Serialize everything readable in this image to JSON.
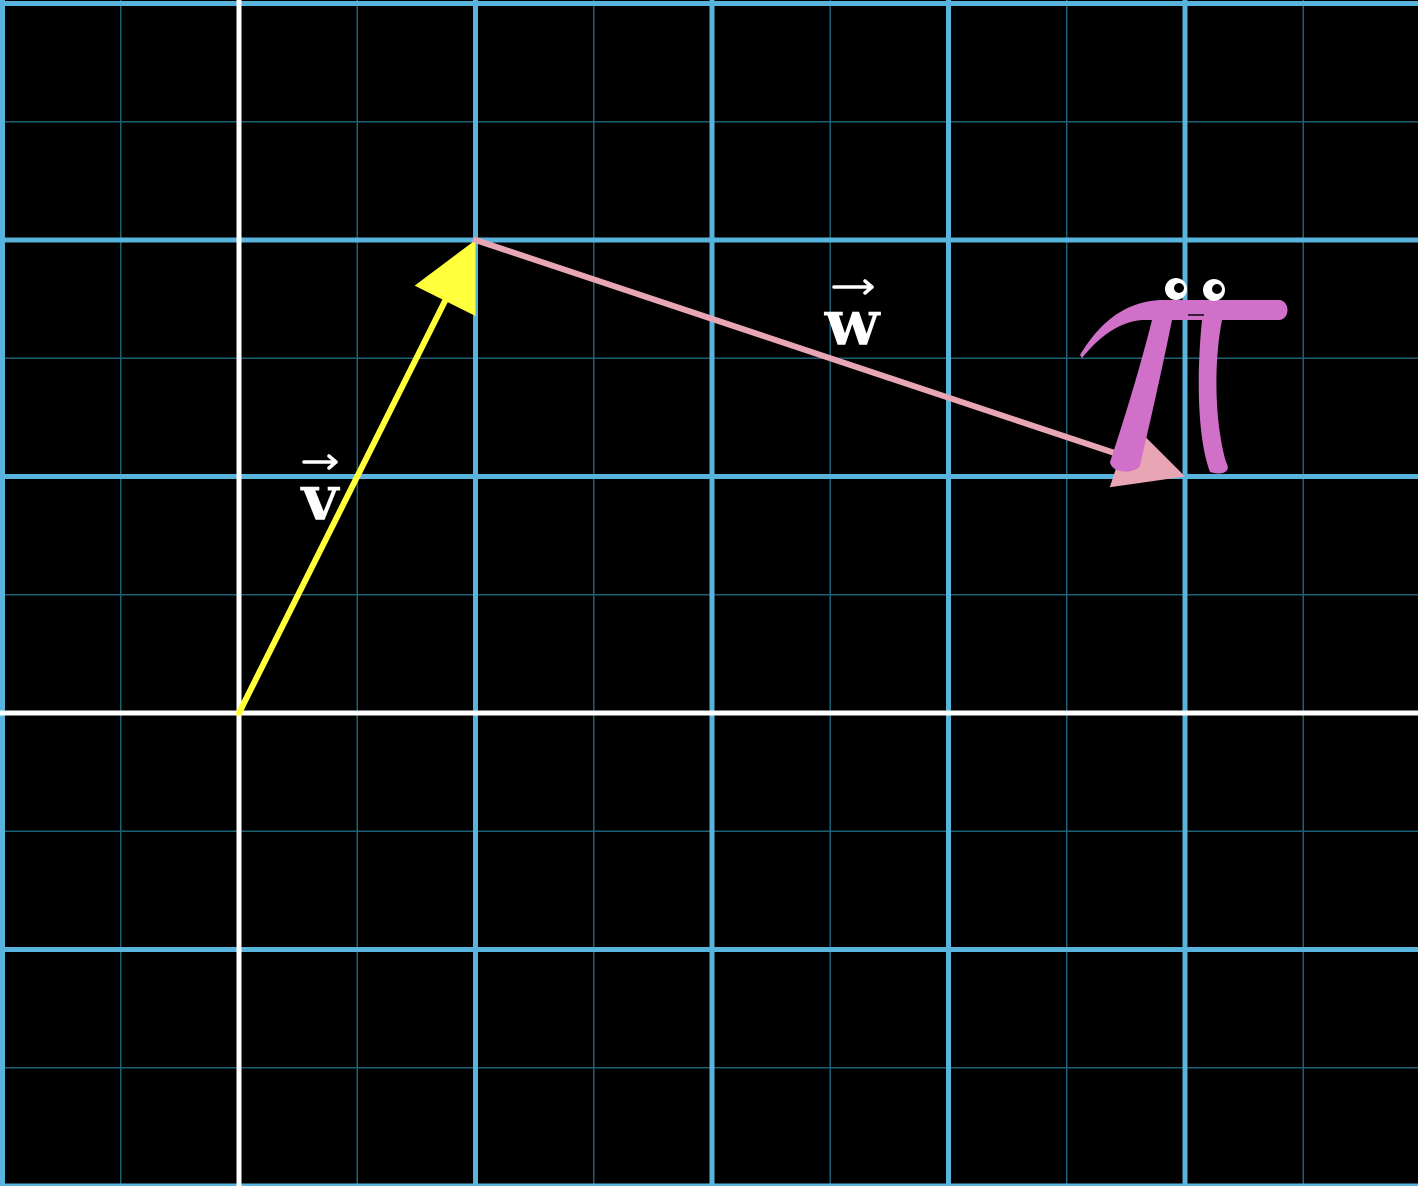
{
  "scene": {
    "background_color": "#000000",
    "major_grid_color": "#58b4dc",
    "minor_grid_color": "#1d5f73",
    "axis_color": "#ffffff"
  },
  "vectors": [
    {
      "id": "v",
      "label": "v",
      "color": "#ffff3b",
      "tail": [
        0,
        0
      ],
      "head": [
        1,
        2
      ]
    },
    {
      "id": "w",
      "label": "w",
      "color": "#e8a6b4",
      "tail": [
        1,
        2
      ],
      "head": [
        4,
        1
      ]
    }
  ],
  "pi_creature": {
    "color": "#d070c8",
    "glyph_name": "pi-creature-icon"
  }
}
